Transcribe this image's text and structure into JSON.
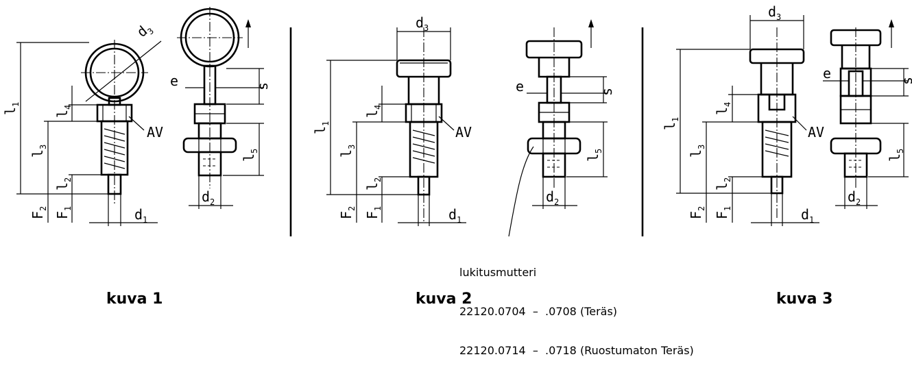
{
  "figures": [
    {
      "caption": "kuva 1"
    },
    {
      "caption": "kuva 2"
    },
    {
      "caption": "kuva 3"
    }
  ],
  "dimension_labels": {
    "d1": "d",
    "d1_sub": "1",
    "d2": "d",
    "d2_sub": "2",
    "d3": "d",
    "d3_sub": "3",
    "l1": "l",
    "l1_sub": "1",
    "l2": "l",
    "l2_sub": "2",
    "l3": "l",
    "l3_sub": "3",
    "l4": "l",
    "l4_sub": "4",
    "l5": "l",
    "l5_sub": "5",
    "F1": "F",
    "F1_sub": "1",
    "F2": "F",
    "F2_sub": "2",
    "e": "e",
    "s": "s",
    "AV": "AV"
  },
  "note": {
    "title": "lukitusmutteri",
    "line1": "22120.0704  –  .0708 (Teräs)",
    "line2": "22120.0714  –  .0718 (Ruostumaton Teräs)"
  }
}
